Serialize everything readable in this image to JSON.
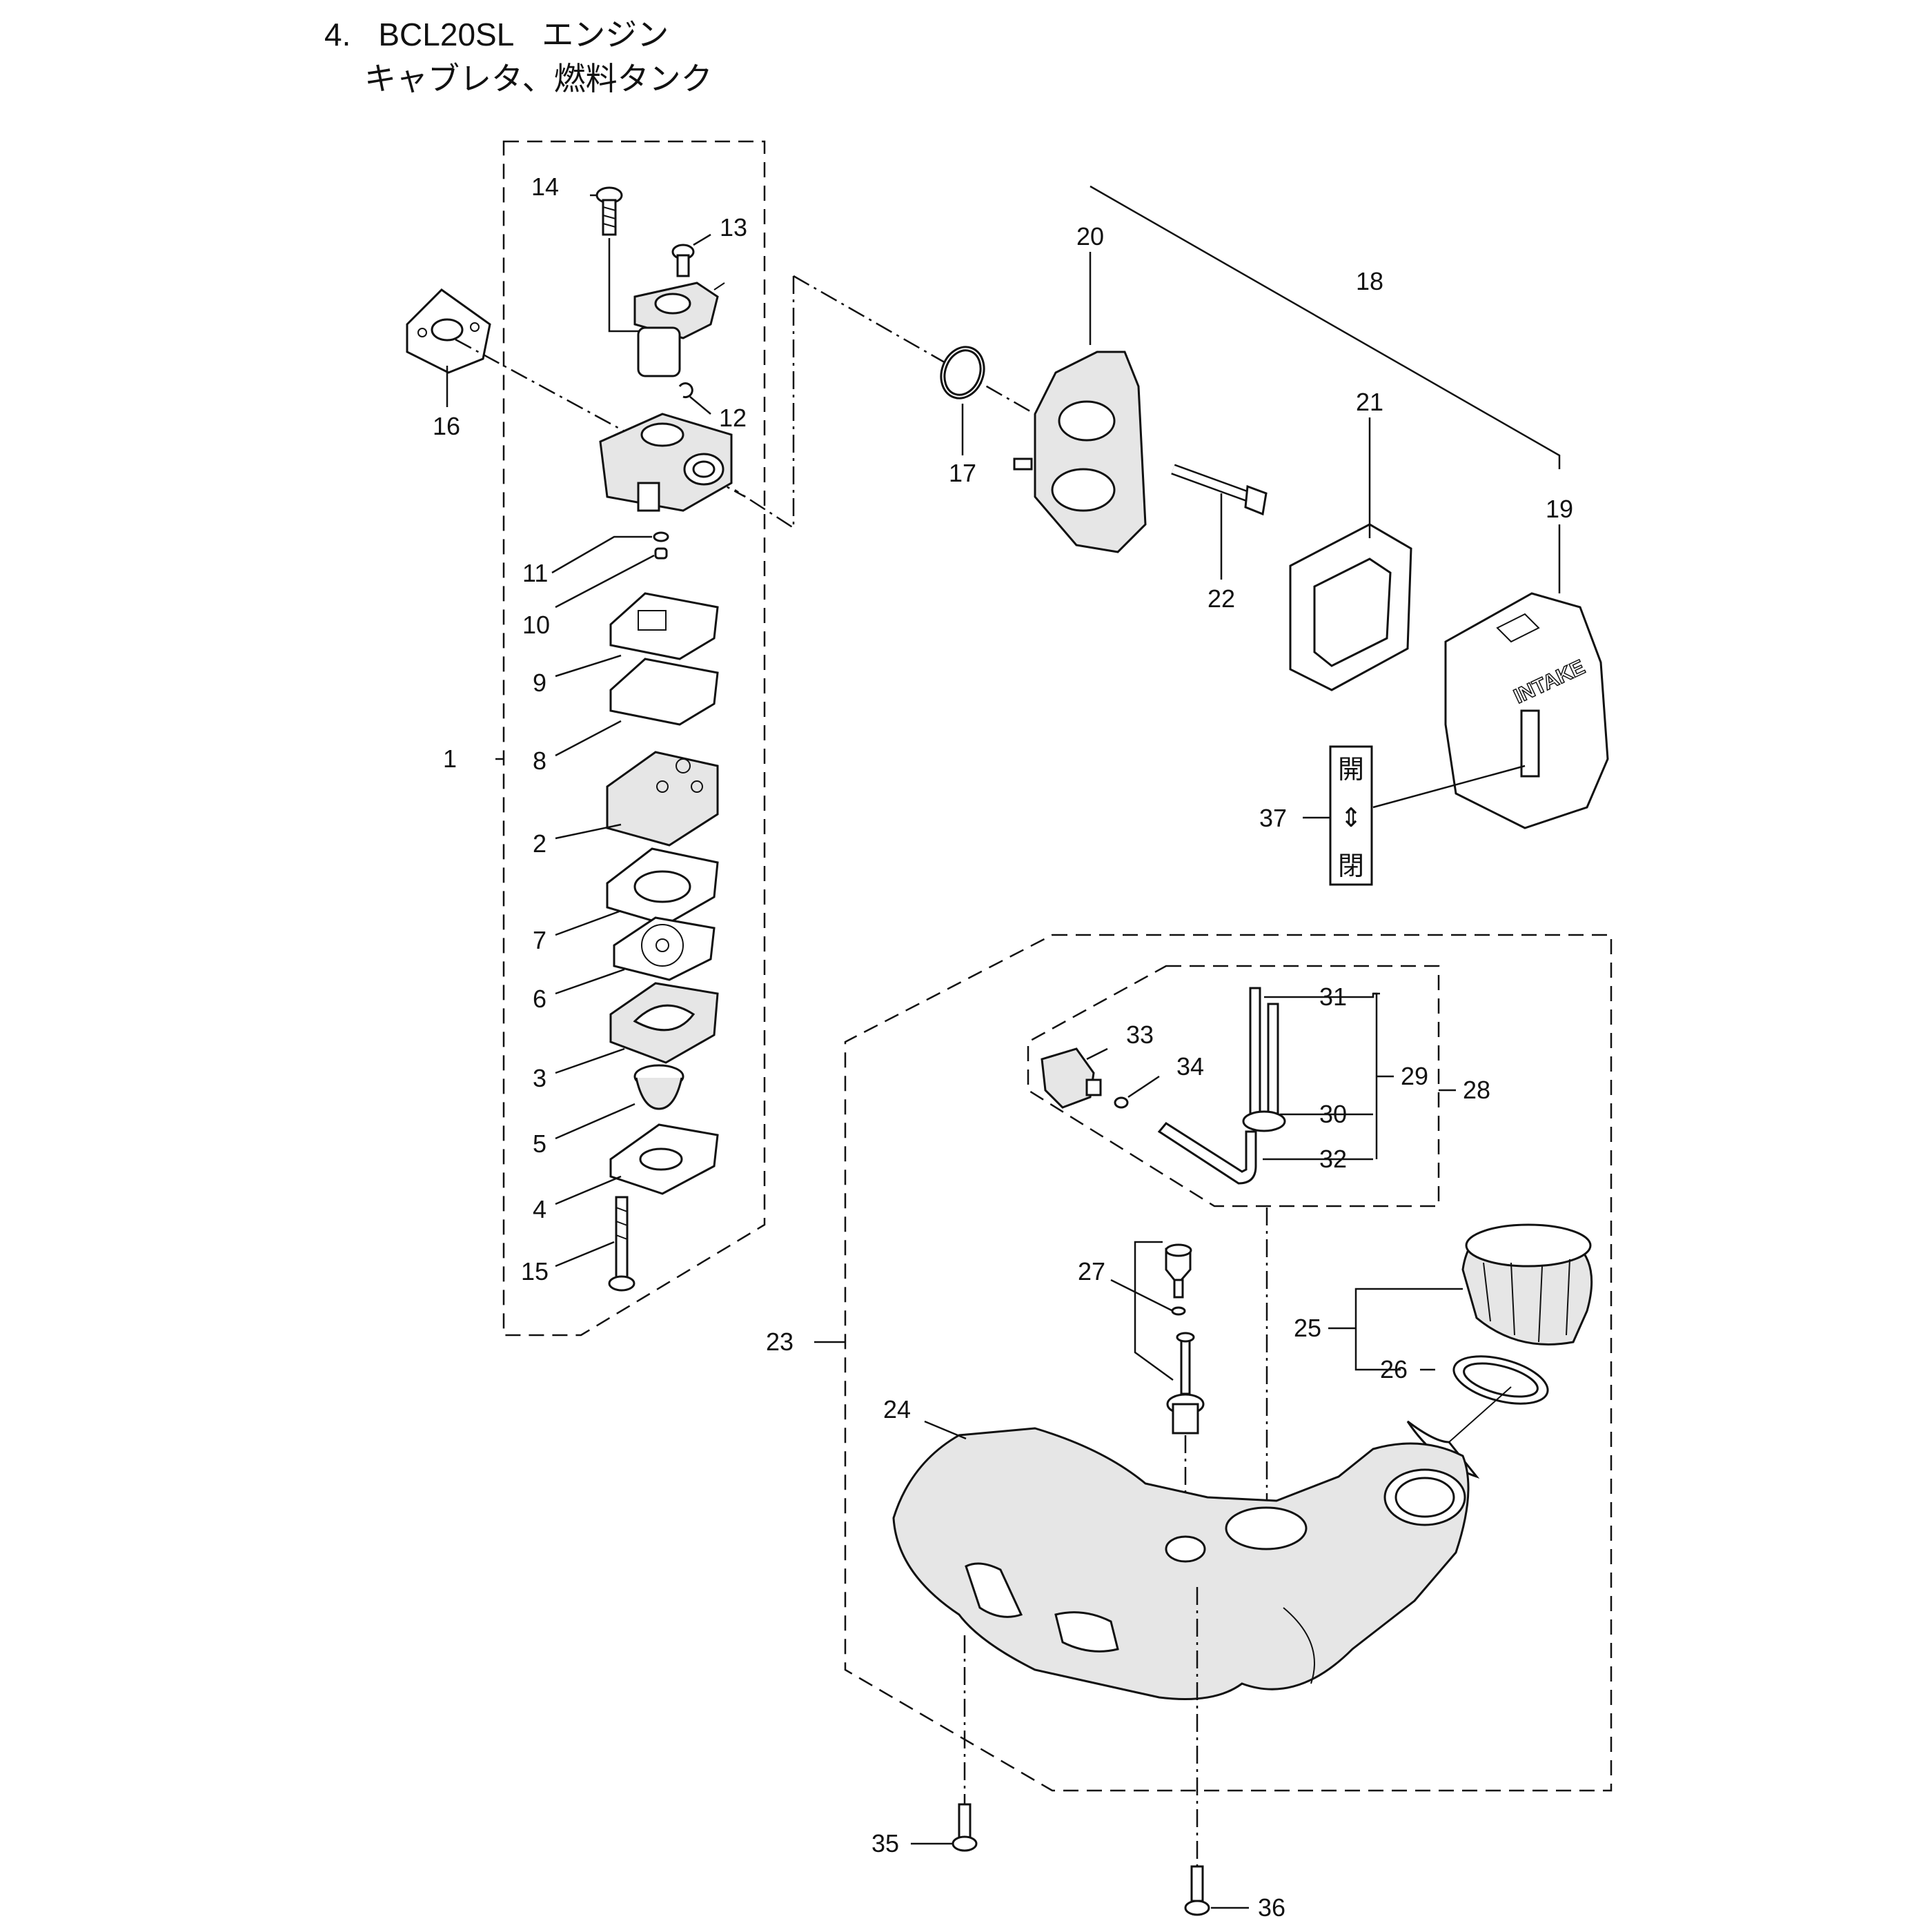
{
  "title": {
    "number": "4.",
    "model": "BCL20SL",
    "section": "エンジン",
    "subtitle": "キャブレタ、燃料タンク"
  },
  "callouts": {
    "c1": "1",
    "c2": "2",
    "c3": "3",
    "c4": "4",
    "c5": "5",
    "c6": "6",
    "c7": "7",
    "c8": "8",
    "c9": "9",
    "c10": "10",
    "c11": "11",
    "c12": "12",
    "c13": "13",
    "c14": "14",
    "c15": "15",
    "c16": "16",
    "c17": "17",
    "c18": "18",
    "c19": "19",
    "c20": "20",
    "c21": "21",
    "c22": "22",
    "c23": "23",
    "c24": "24",
    "c25": "25",
    "c26": "26",
    "c27": "27",
    "c28": "28",
    "c29": "29",
    "c30": "30",
    "c31": "31",
    "c32": "32",
    "c33": "33",
    "c34": "34",
    "c35": "35",
    "c36": "36",
    "c37": "37"
  },
  "cover_text": "INTAKE",
  "label37": {
    "open": "開",
    "arrow": "⇕",
    "close": "閉"
  }
}
